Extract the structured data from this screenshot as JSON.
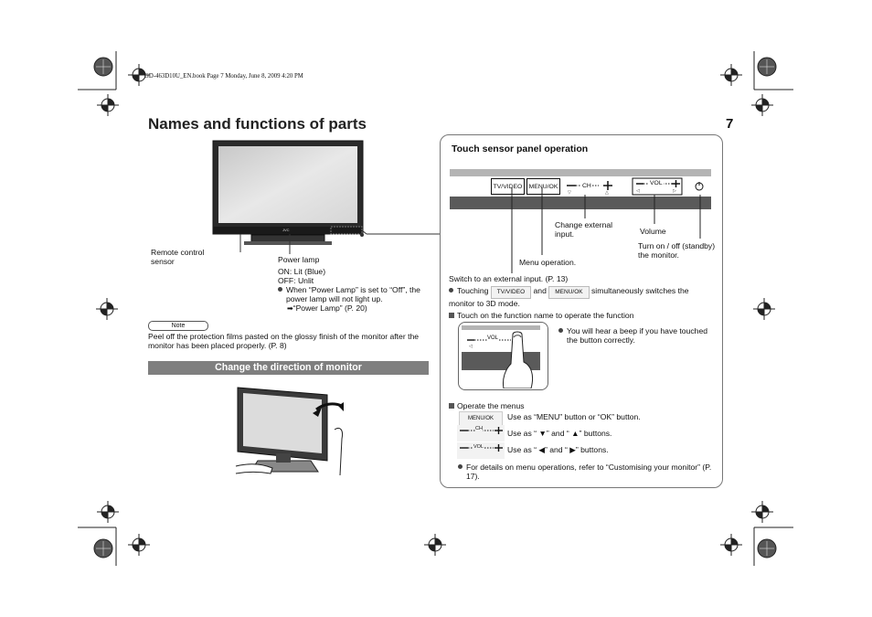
{
  "header": {
    "file_info": "GD-463D10U_EN.book  Page 7  Monday, June 8, 2009  4:20 PM",
    "title": "Names and functions of parts",
    "page_number": "7"
  },
  "monitor_figure": {
    "logo": "JVC",
    "remote_label": "Remote control sensor",
    "power_lamp": {
      "title": "Power lamp",
      "on": "ON: Lit (Blue)",
      "off": "OFF: Unlit",
      "bullet": "When “Power Lamp” is set to “Off”, the power lamp will not light up.",
      "ref": "“Power Lamp” (P. 20)"
    }
  },
  "note": {
    "badge": "Note",
    "text": "Peel off the protection films pasted on the glossy finish of the monitor after the monitor has been placed properly. (P. 8)"
  },
  "direction": {
    "heading": "Change the direction of monitor"
  },
  "panel": {
    "heading": "Touch sensor panel operation",
    "buttons": {
      "tvvideo": "TV/VIDEO",
      "menuok": "MENU/OK",
      "ch": "CH",
      "vol": "VOL"
    },
    "callouts": {
      "change_input": "Change external input.",
      "volume": "Volume",
      "power": "Turn on / off (standby) the monitor.",
      "menu": "Menu operation.",
      "switch": "Switch to an external input. (P. 13)"
    },
    "touching": {
      "prefix": "Touching",
      "and": "and",
      "suffix": "simultaneously switches the monitor to 3D mode."
    },
    "touch_function": "Touch on the function name to operate the function",
    "beep": "You will hear a beep if you have touched the button correctly.",
    "operate": "Operate the menus",
    "use_menu": "Use as “MENU” button or “OK” button.",
    "use_ch": "Use as “ ▼” and “ ▲” buttons.",
    "use_vol": "Use as “ ◀” and “ ▶” buttons.",
    "details": "For details on menu operations, refer to “Customising your monitor” (P. 17)."
  }
}
